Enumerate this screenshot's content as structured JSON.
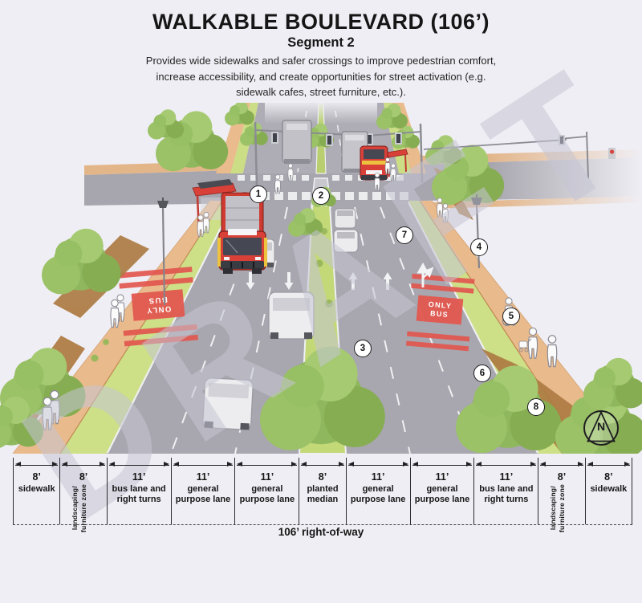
{
  "header": {
    "title": "WALKABLE BOULEVARD (106’)",
    "subtitle": "Segment 2",
    "description": "Provides wide sidewalks and safer crossings to improve pedestrian comfort, increase accessibility, and create opportunities for street activation (e.g. sidewalk cafes, street furniture, etc.)."
  },
  "watermark": "DRAFT",
  "callouts": [
    "1",
    "2",
    "3",
    "4",
    "5",
    "6",
    "7",
    "8"
  ],
  "compass_label": "N",
  "road_markings": {
    "only": "ONLY",
    "bus": "BUS"
  },
  "dimensions": {
    "total_label": "106’ right-of-way",
    "segments": [
      {
        "size": "8’",
        "feet": 8,
        "label": "sidewalk",
        "orientation": "horizontal"
      },
      {
        "size": "8’",
        "feet": 8,
        "label": "landscaping/ furniture zone",
        "orientation": "vertical",
        "label_lines": [
          "landscaping/",
          "furniture zone"
        ]
      },
      {
        "size": "11’",
        "feet": 11,
        "label": "bus lane and right turns",
        "orientation": "horizontal"
      },
      {
        "size": "11’",
        "feet": 11,
        "label": "general purpose lane",
        "orientation": "horizontal"
      },
      {
        "size": "11’",
        "feet": 11,
        "label": "general purpose lane",
        "orientation": "horizontal"
      },
      {
        "size": "8’",
        "feet": 8,
        "label": "planted median",
        "orientation": "horizontal"
      },
      {
        "size": "11’",
        "feet": 11,
        "label": "general purpose lane",
        "orientation": "horizontal"
      },
      {
        "size": "11’",
        "feet": 11,
        "label": "general purpose lane",
        "orientation": "horizontal"
      },
      {
        "size": "11’",
        "feet": 11,
        "label": "bus lane and right turns",
        "orientation": "horizontal"
      },
      {
        "size": "8’",
        "feet": 8,
        "label": "landscaping/ furniture zone",
        "orientation": "vertical",
        "label_lines": [
          "landscaping/",
          "furniture zone"
        ]
      },
      {
        "size": "8’",
        "feet": 8,
        "label": "sidewalk",
        "orientation": "horizontal"
      }
    ]
  },
  "colors": {
    "background": "#efeef4",
    "road_gray": "#a8a6ae",
    "landscaping_green": "#cddf87",
    "median_green": "#c3d877",
    "sidewalk_tan": "#e9ba8c",
    "dirt_brown": "#ad7b42",
    "bus_red": "#d84038",
    "bus_lane_marking_red": "#e2574f",
    "accent_yellow": "#edc23f",
    "line_black": "#1f1f21",
    "watermark_gray": "#c5c4d3"
  }
}
